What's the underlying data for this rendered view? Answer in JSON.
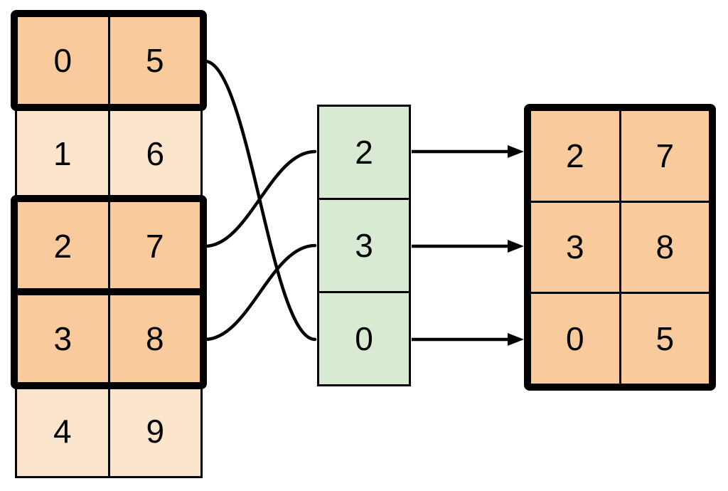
{
  "source_matrix": {
    "rows": [
      {
        "cells": [
          "0",
          "5"
        ],
        "highlighted": true
      },
      {
        "cells": [
          "1",
          "6"
        ],
        "highlighted": false
      },
      {
        "cells": [
          "2",
          "7"
        ],
        "highlighted": true
      },
      {
        "cells": [
          "3",
          "8"
        ],
        "highlighted": true
      },
      {
        "cells": [
          "4",
          "9"
        ],
        "highlighted": false
      }
    ]
  },
  "index_array": {
    "values": [
      "2",
      "3",
      "0"
    ]
  },
  "result_matrix": {
    "rows": [
      {
        "cells": [
          "2",
          "7"
        ]
      },
      {
        "cells": [
          "3",
          "8"
        ]
      },
      {
        "cells": [
          "0",
          "5"
        ]
      }
    ]
  },
  "connectors": {
    "curves": [
      {
        "from_source_row": 0,
        "to_index_position": 2
      },
      {
        "from_source_row": 2,
        "to_index_position": 0
      },
      {
        "from_source_row": 3,
        "to_index_position": 1
      }
    ],
    "arrows": [
      {
        "from_index_position": 0,
        "to_result_row": 0
      },
      {
        "from_index_position": 1,
        "to_result_row": 1
      },
      {
        "from_index_position": 2,
        "to_result_row": 2
      }
    ]
  },
  "colors": {
    "highlight_fill": "#F9CB9C",
    "light_fill": "#FCE5CD",
    "index_fill": "#D9EAD3",
    "stroke": "#000000",
    "canvas_bg": "#FFFFFF"
  }
}
